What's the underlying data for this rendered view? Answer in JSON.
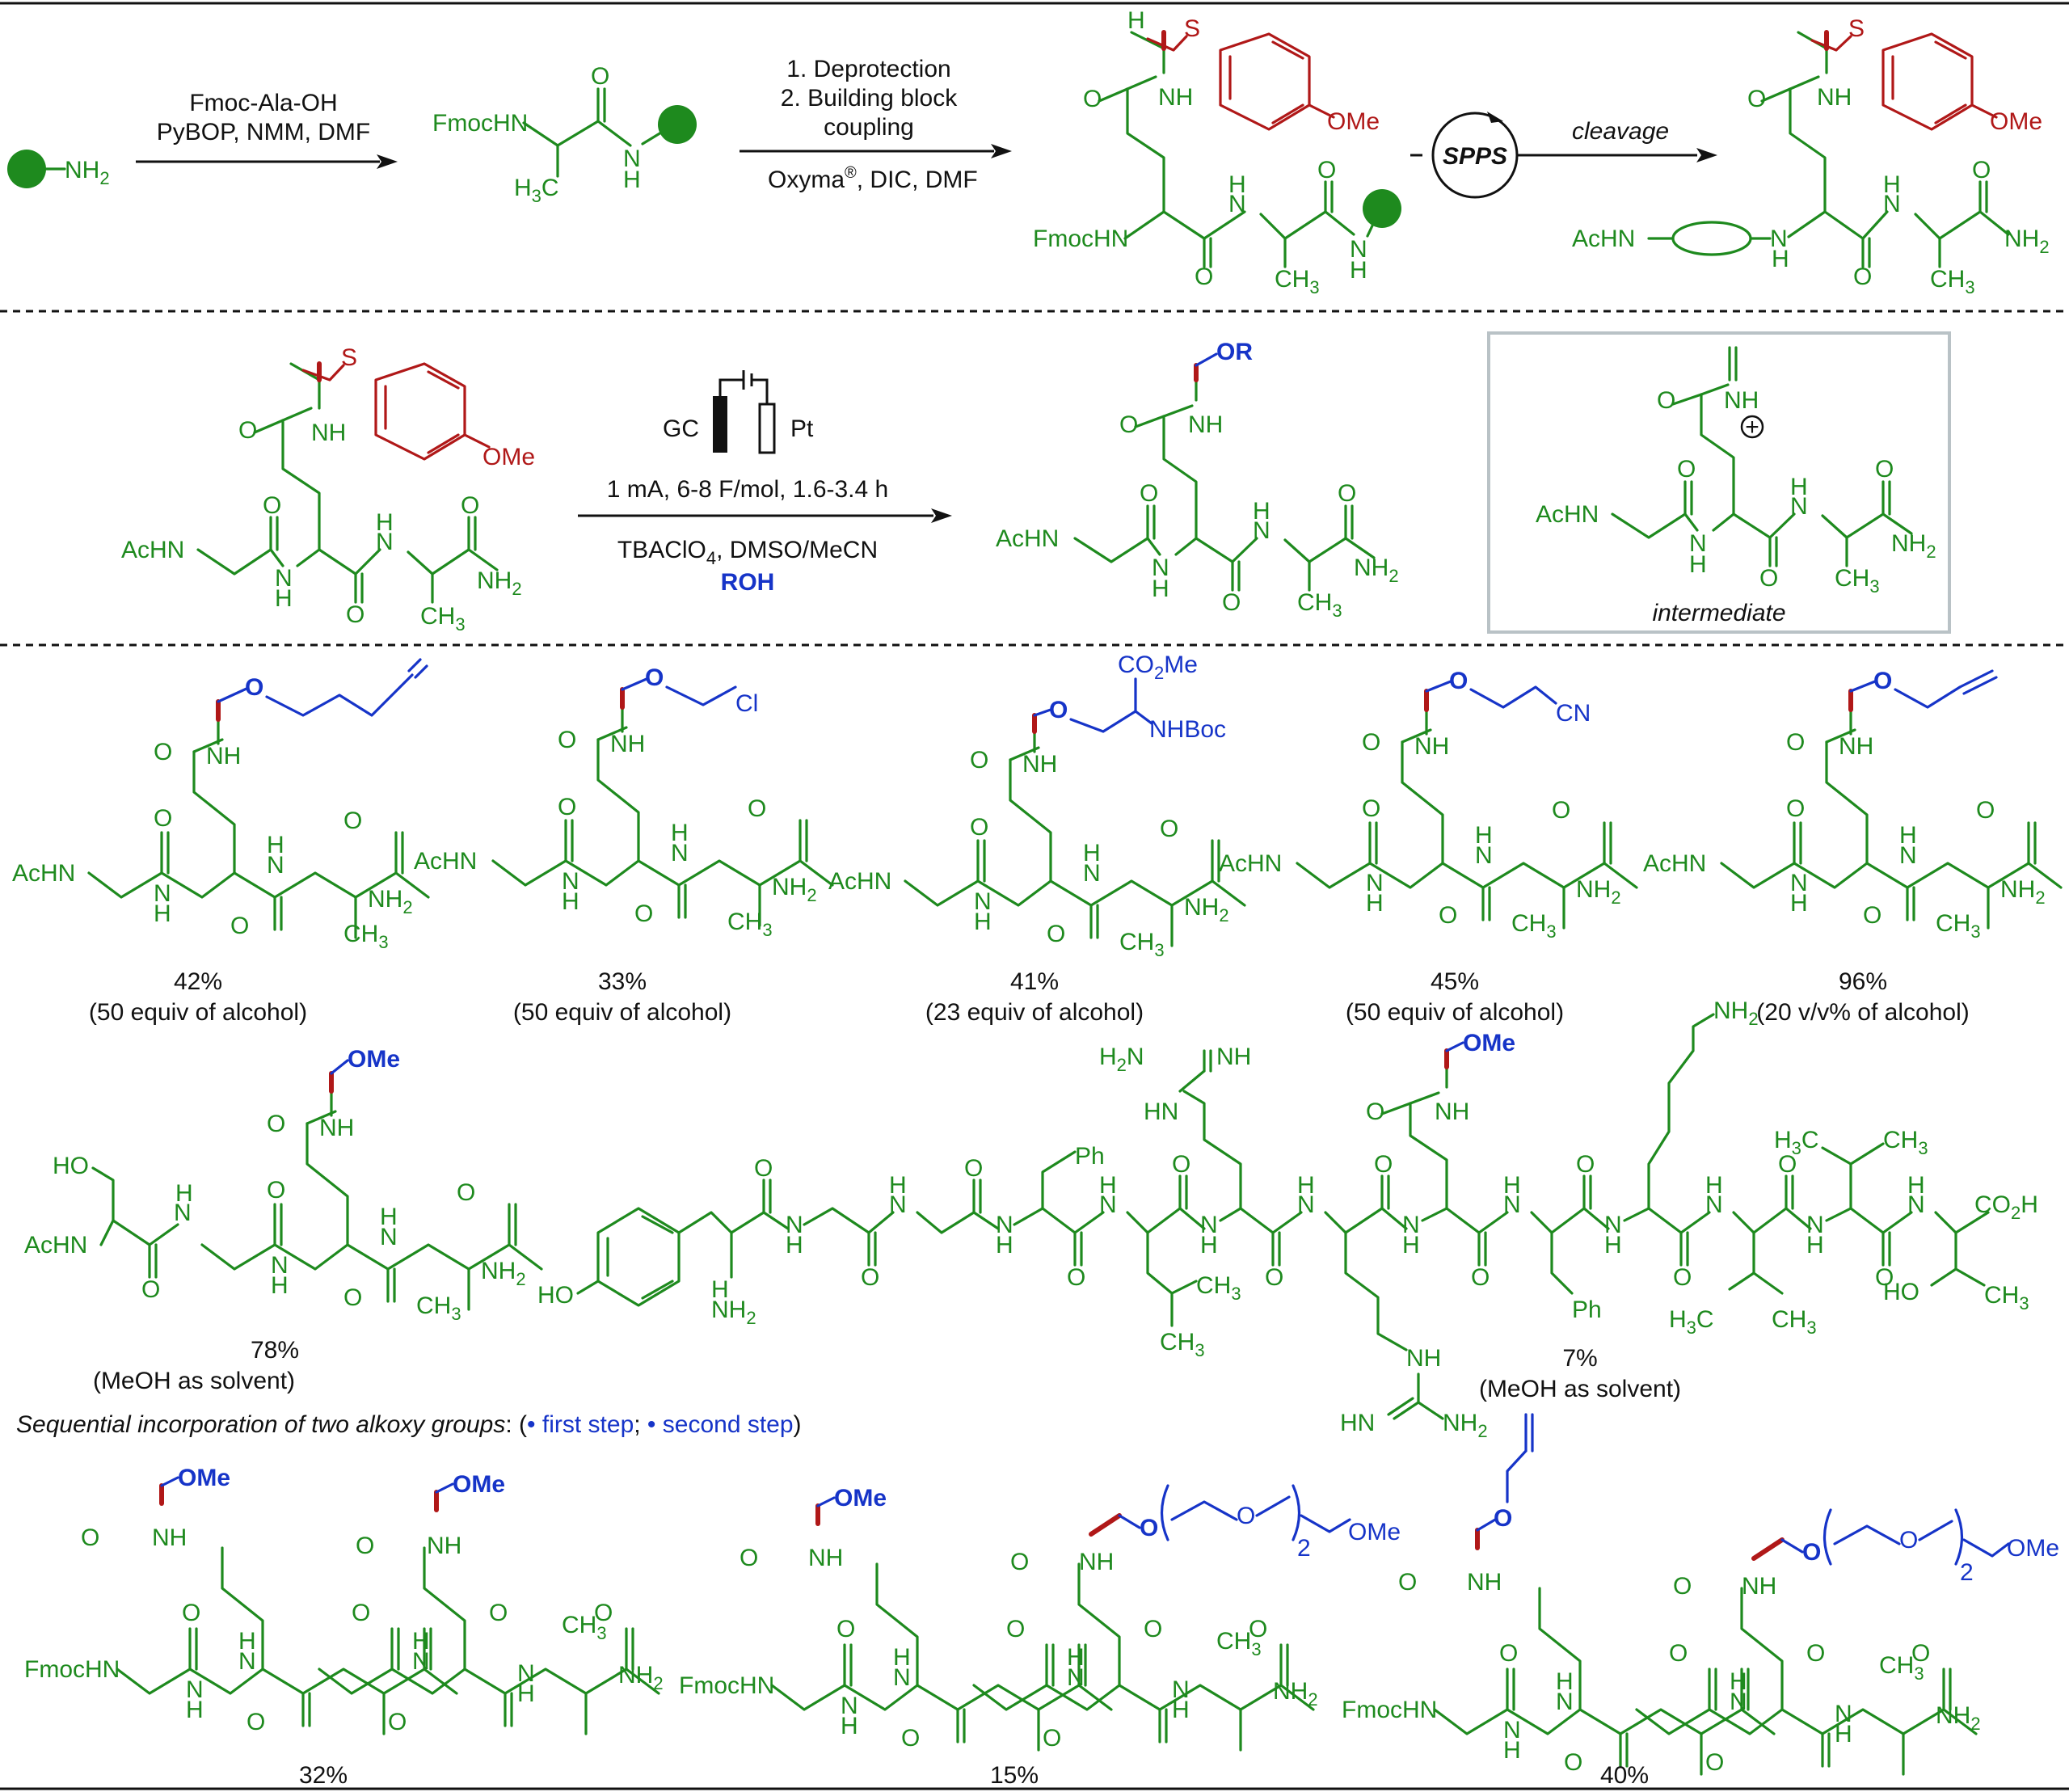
{
  "row1": {
    "resin_amine": "NH",
    "resin_amine_sub": "2",
    "step1_line1": "Fmoc-Ala-OH",
    "step1_line2": "PyBOP, NMM, DMF",
    "int1_n": "FmocHN",
    "int1_h3c": "H",
    "int1_h3c_sub": "3",
    "int1_c": "C",
    "step2_line1": "1. Deprotection",
    "step2_line2": "2. Building block",
    "step2_line3": "coupling",
    "step2_line4": "Oxyma",
    "step2_sup": "®",
    "step2_line4b": ", DIC, DMF",
    "prod1_n": "FmocHN",
    "ome": "OMe",
    "s": "S",
    "nh": "NH",
    "o": "O",
    "n": "N",
    "h": "H",
    "ch3": "CH",
    "ch3_sub": "3",
    "spps": "SPPS",
    "cleavage": "cleavage",
    "acnh": "AcHN",
    "nh2": "NH",
    "nh2_sub": "2"
  },
  "row2": {
    "electrode_gc": "GC",
    "electrode_pt": "Pt",
    "cond1": "1 mA, 6-8 F/mol, 1.6-3.4 h",
    "cond2a": "TBAClO",
    "cond2_sub": "4",
    "cond2b": ", DMSO/MeCN",
    "roh": "ROH",
    "or": "OR",
    "plus": "+",
    "intermediate": "intermediate"
  },
  "row3": {
    "products": [
      {
        "yield": "42%",
        "note": "(50 equiv of alcohol)"
      },
      {
        "yield": "33%",
        "note": "(50 equiv of alcohol)",
        "cl": "Cl"
      },
      {
        "yield": "41%",
        "note": "(23 equiv of alcohol)",
        "co2me": "CO",
        "co2me_sub": "2",
        "co2me_b": "Me",
        "nhboc": "NHBoc"
      },
      {
        "yield": "45%",
        "note": "(50 equiv of alcohol)",
        "cn": "CN"
      },
      {
        "yield": "96%",
        "note": "(20 v/v% of alcohol)"
      }
    ]
  },
  "row4": {
    "p1_yield": "78%",
    "p1_note": "(MeOH as solvent)",
    "ho": "HO",
    "h2n": "H",
    "ph": "Ph",
    "co2h": "CO",
    "co2h_sub": "2",
    "co2h_b": "H",
    "hn": "HN",
    "p2_yield": "7%",
    "p2_note": "(MeOH as solvent)"
  },
  "row5": {
    "sequential_label": "Sequential incorporation of two alkoxy groups",
    "legend_open": ": (",
    "legend_first": "• first step",
    "legend_sep": "; ",
    "legend_second": "• second step",
    "legend_close": ")",
    "peg_sub": "2",
    "yields": [
      "32%",
      "15%",
      "40%"
    ]
  }
}
